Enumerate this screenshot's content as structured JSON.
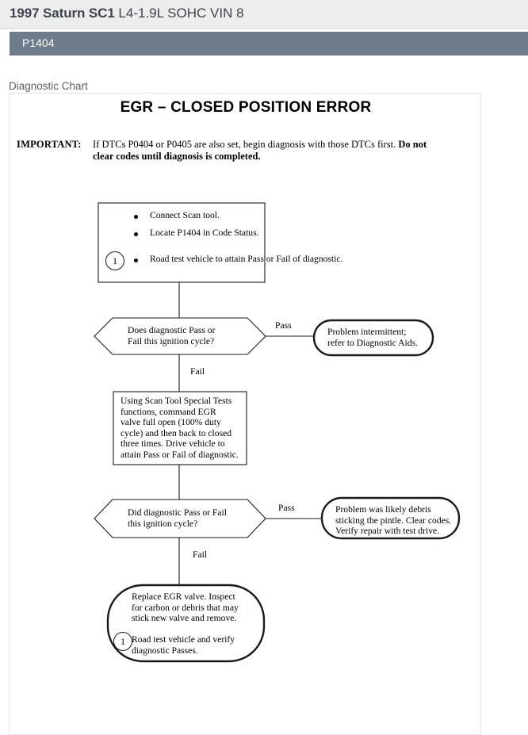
{
  "header": {
    "vehicle_year_model": "1997 Saturn SC1",
    "vehicle_engine": "L4-1.9L SOHC VIN 8",
    "code": "P1404"
  },
  "section": {
    "label": "Diagnostic Chart"
  },
  "chart": {
    "title": "EGR – CLOSED POSITION ERROR",
    "important_label": "IMPORTANT:",
    "important_text_part1": "If DTCs P0404 or P0405 are also set, begin diagnosis with those DTCs first. ",
    "important_text_bold": "Do not clear codes until diagnosis is completed.",
    "nodes": {
      "step1": {
        "bullets": [
          "Connect Scan tool.",
          "Locate P1404 in Code Status.",
          "Road test vehicle to attain\nPass or Fail of diagnostic."
        ],
        "circle_number": "1"
      },
      "decision1": {
        "text": "Does diagnostic Pass or\nFail this ignition cycle?"
      },
      "result1": {
        "text": "Problem intermittent;\nrefer  to Diagnostic Aids."
      },
      "step2": {
        "text": "Using Scan Tool Special Tests\nfunctions, command EGR\nvalve full open (100% duty\ncycle) and then back to closed\nthree times. Drive vehicle to\nattain Pass or Fail of diagnostic."
      },
      "decision2": {
        "text": "Did diagnostic Pass or Fail\nthis ignition cycle?"
      },
      "result2": {
        "text": "Problem was likely debris\nsticking the pintle. Clear codes.\nVerify repair with test drive."
      },
      "final": {
        "text_top": "Replace EGR valve. Inspect\nfor carbon or debris that may\nstick new valve and remove.",
        "text_bottom": "Road test vehicle and verify\ndiagnostic Passes.",
        "circle_number": "1"
      }
    },
    "edge_labels": {
      "pass1": "Pass",
      "fail1": "Fail",
      "pass2": "Pass",
      "fail2": "Fail"
    }
  },
  "colors": {
    "code_bar": "#6d7b8a",
    "vehicle_bar": "#eceded",
    "title_text": "#3d4450",
    "chart_border": "#e3e3e3",
    "ink": "#000000"
  }
}
